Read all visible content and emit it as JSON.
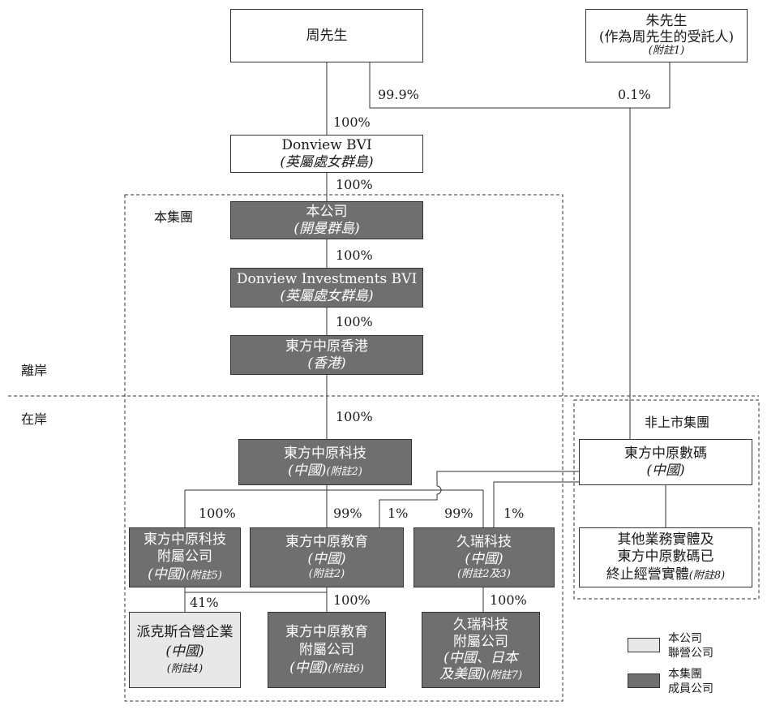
{
  "entities": {
    "zhou": {
      "name": "周先生"
    },
    "zhu": {
      "name": "朱先生",
      "sub": "(作為周先生的受託人)",
      "note": "(附註1)"
    },
    "donview_bvi": {
      "name": "Donview BVI",
      "sub": "(英屬處女群島)"
    },
    "company": {
      "name": "本公司",
      "sub": "(開曼群島)"
    },
    "donview_inv": {
      "name": "Donview Investments BVI",
      "sub": "(英屬處女群島)"
    },
    "dfzy_hk": {
      "name": "東方中原香港",
      "sub": "(香港)"
    },
    "dfzy_tech": {
      "name": "東方中原科技",
      "sub": "(中國)",
      "note": "(附註2)"
    },
    "dfzy_digital": {
      "name": "東方中原數碼",
      "sub": "(中國)"
    },
    "other": {
      "line1": "其他業務實體及",
      "line2": "東方中原數碼已",
      "line3": "終止經營實體",
      "note": "(附註8)"
    },
    "tech_subs": {
      "line1": "東方中原科技",
      "line2": "附屬公司",
      "sub": "(中國)",
      "note": "(附註5)"
    },
    "edu": {
      "name": "東方中原教育",
      "sub": "(中國)",
      "note": "(附註2)"
    },
    "jiurui": {
      "name": "久瑞科技",
      "sub": "(中國)",
      "note": "(附註2及3)"
    },
    "paikesi": {
      "name": "派克斯合營企業",
      "sub": "(中國)",
      "note": "(附註4)"
    },
    "edu_subs": {
      "line1": "東方中原教育",
      "line2": "附屬公司",
      "sub": "(中國)",
      "note": "(附註6)"
    },
    "jiurui_subs": {
      "line1": "久瑞科技",
      "line2": "附屬公司",
      "sub1": "(中國、日本",
      "sub2": "及美國)",
      "note": "(附註7)"
    }
  },
  "percentages": {
    "zhou_to_bvi": "100%",
    "zhou_to_digital": "99.9%",
    "zhu_to_digital": "0.1%",
    "bvi_to_company": "100%",
    "company_to_inv": "100%",
    "inv_to_hk": "100%",
    "hk_to_tech": "100%",
    "tech_to_subs": "100%",
    "tech_to_edu": "99%",
    "digital_to_edu": "1%",
    "tech_to_jiurui": "99%",
    "digital_to_jiurui": "1%",
    "subs_to_paikesi": "41%",
    "edu_to_subs": "100%",
    "jiurui_to_subs": "100%"
  },
  "regions": {
    "group": "本集團",
    "offshore": "離岸",
    "onshore": "在岸",
    "unlisted": "非上市集團"
  },
  "legend": {
    "associate": {
      "line1": "本公司",
      "line2": "聯營公司"
    },
    "member": {
      "line1": "本集團",
      "line2": "成員公司"
    }
  },
  "colors": {
    "dark_fill": "#6f6f6f",
    "light_fill": "#e8e8e8",
    "line": "#333333"
  }
}
